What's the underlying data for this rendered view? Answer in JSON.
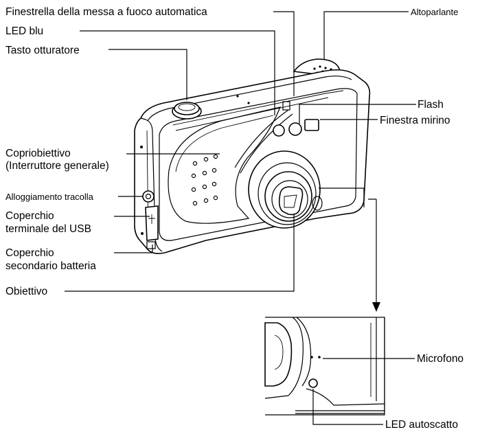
{
  "labels": {
    "af_window": "Finestrella della messa a fuoco automatica",
    "blue_led": "LED blu",
    "shutter": "Tasto otturatore",
    "speaker": "Altoparlante",
    "flash": "Flash",
    "viewfinder": "Finestra mirino",
    "lens_cover_1": "Copriobiettivo",
    "lens_cover_2": "(Interruttore generale)",
    "strap": "Alloggiamento tracolla",
    "usb_1": "Coperchio",
    "usb_2": "terminale del USB",
    "battery_1": "Coperchio",
    "battery_2": "secondario batteria",
    "lens": "Obiettivo",
    "microphone": "Microfono",
    "self_timer": "LED autoscatto"
  }
}
